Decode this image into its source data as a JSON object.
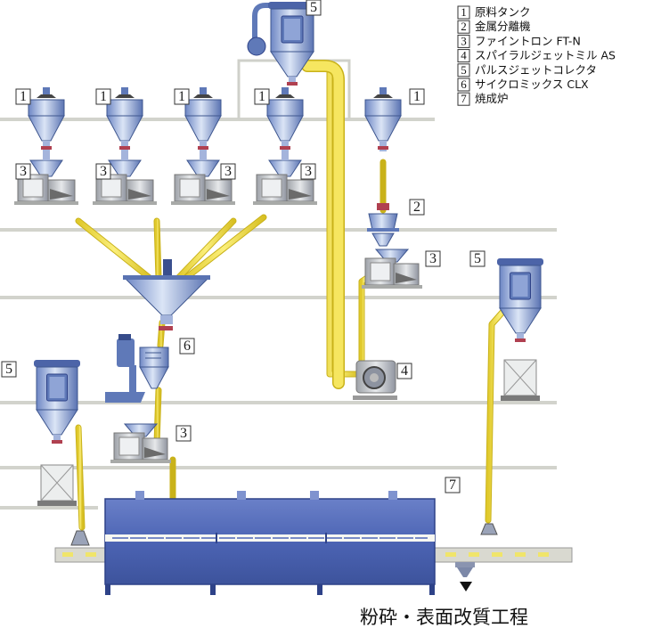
{
  "legend": [
    {
      "num": "1",
      "label": "原料タンク"
    },
    {
      "num": "2",
      "label": "金属分離機"
    },
    {
      "num": "3",
      "label": "ファイントロン FT-N"
    },
    {
      "num": "4",
      "label": "スパイラルジェットミル AS"
    },
    {
      "num": "5",
      "label": "パルスジェットコレクタ"
    },
    {
      "num": "6",
      "label": "サイクロミックス CLX"
    },
    {
      "num": "7",
      "label": "焼成炉"
    }
  ],
  "callouts": {
    "tank": "1",
    "separator": "2",
    "feeder": "3",
    "mill": "4",
    "collector": "5",
    "mixer": "6",
    "furnace": "7"
  },
  "caption": "粉砕・表面改質工程",
  "colors": {
    "pipe_yellow": "#f4e04d",
    "pipe_edge": "#c9b21a",
    "equip_blue_light": "#c8d6ee",
    "equip_blue_dark": "#5f79b8",
    "furnace_blue": "#4f67b8",
    "floor_gray": "#d8d8d2",
    "feeder_gray": "#bfc1c4"
  }
}
